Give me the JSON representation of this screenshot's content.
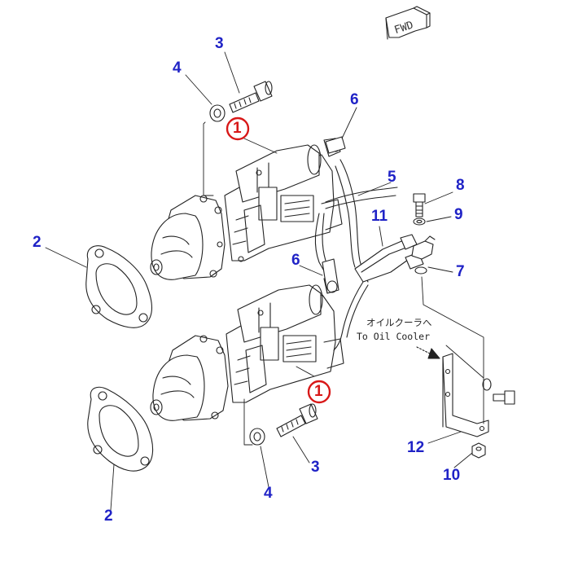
{
  "fwd_label": "FWD",
  "callouts": {
    "c1_top": "1",
    "c1_bottom": "1",
    "c2_top": "2",
    "c2_bottom": "2",
    "c3_top": "3",
    "c3_bottom": "3",
    "c4_top": "4",
    "c4_bottom": "4",
    "c5": "5",
    "c6_top": "6",
    "c6_mid": "6",
    "c7": "7",
    "c8": "8",
    "c9": "9",
    "c10": "10",
    "c11": "11",
    "c12": "12"
  },
  "note_japanese": "オイルクーラへ",
  "note_english": "To Oil Cooler",
  "colors": {
    "callout_blue": "#1f22c6",
    "callout_red": "#d81818",
    "line_art": "#222222"
  }
}
